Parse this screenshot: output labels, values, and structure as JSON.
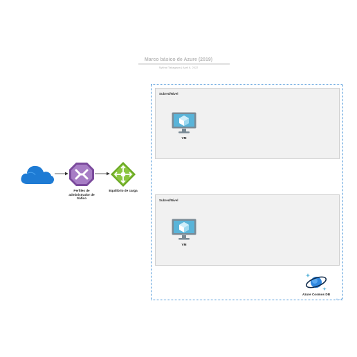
{
  "header": {
    "title": "Marco básico de Azure (2019)",
    "subtitle": "Sytthal Takagawa  |  April 6, 2022"
  },
  "subnets": [
    {
      "label": "Subred/Nivel",
      "vm_label": "VM"
    },
    {
      "label": "Subred/Nivel",
      "vm_label": "VM"
    }
  ],
  "nodes": {
    "cloud": {
      "icon": "cloud-icon"
    },
    "traffic_manager": {
      "icon": "traffic-manager-icon",
      "label_lines": [
        "Perfiles de",
        "administrador de",
        "tráfico"
      ]
    },
    "load_balancer": {
      "icon": "load-balancer-icon",
      "label": "Equilibrio de carga"
    },
    "cosmos_db": {
      "icon": "cosmos-db-icon",
      "label": "Azure Cosmos DB"
    }
  },
  "colors": {
    "cloud": "#1e7bd4",
    "traffic_manager": "#8a53a6",
    "load_balancer": "#7ab325",
    "vm_screen": "#59b4d9",
    "vnet_border": "#3f8fd6",
    "cosmos_ring": "#1a6fd6"
  }
}
